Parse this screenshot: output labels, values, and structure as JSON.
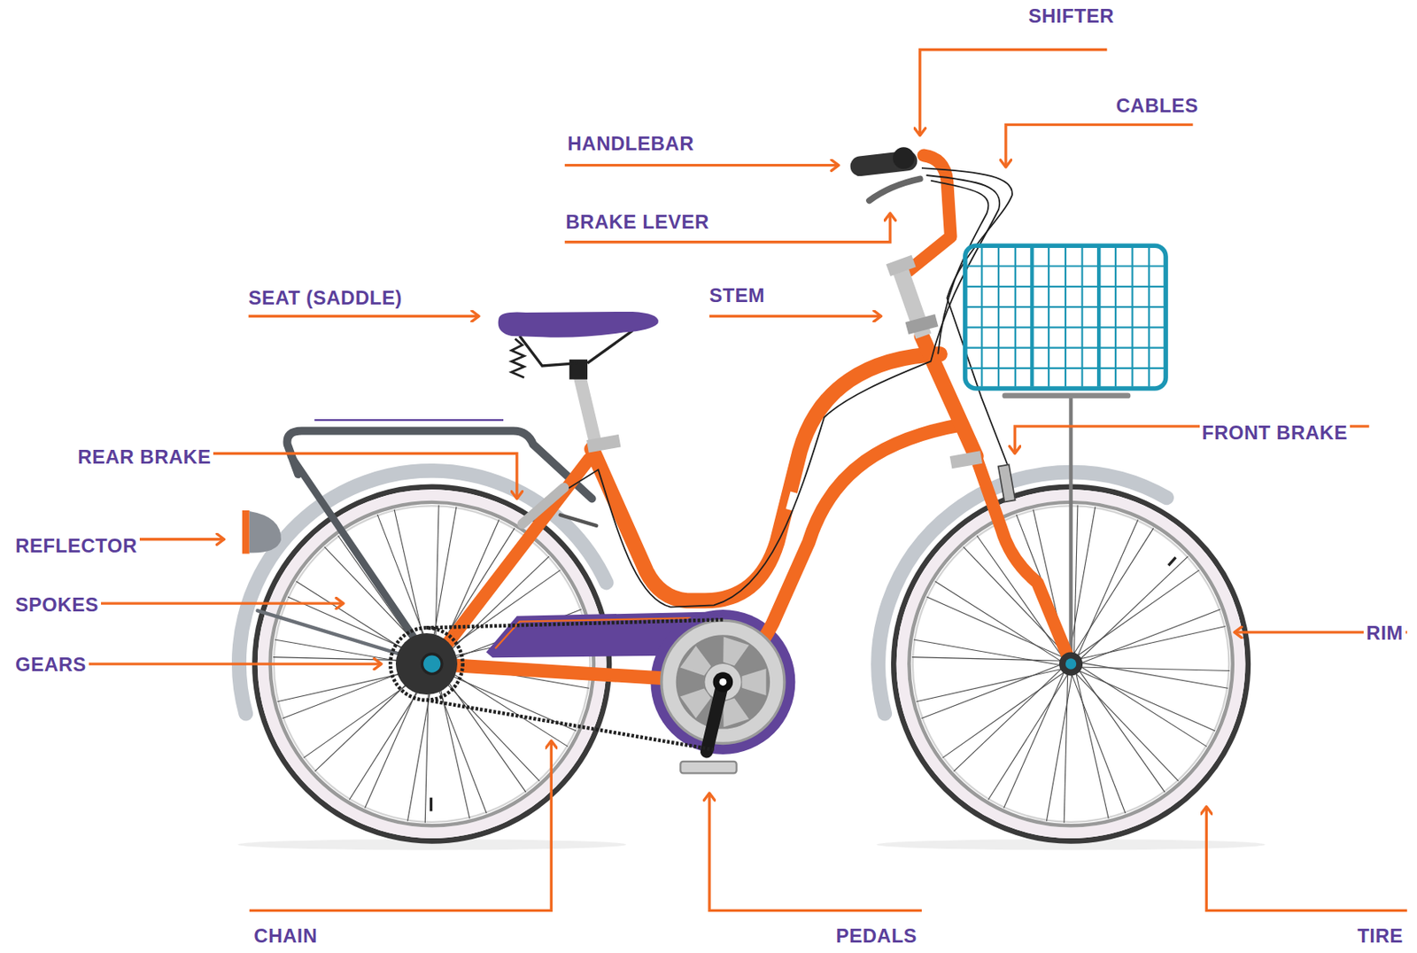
{
  "diagram": {
    "labels": [
      "SHIFTER",
      "CABLES",
      "HANDLEBAR",
      "BRAKE LEVER",
      "SEAT (SADDLE)",
      "STEM",
      "FRONT BRAKE",
      "REAR BRAKE",
      "REFLECTOR",
      "SPOKES",
      "GEARS",
      "RIM",
      "CHAIN",
      "PEDALS",
      "TIRE"
    ]
  }
}
